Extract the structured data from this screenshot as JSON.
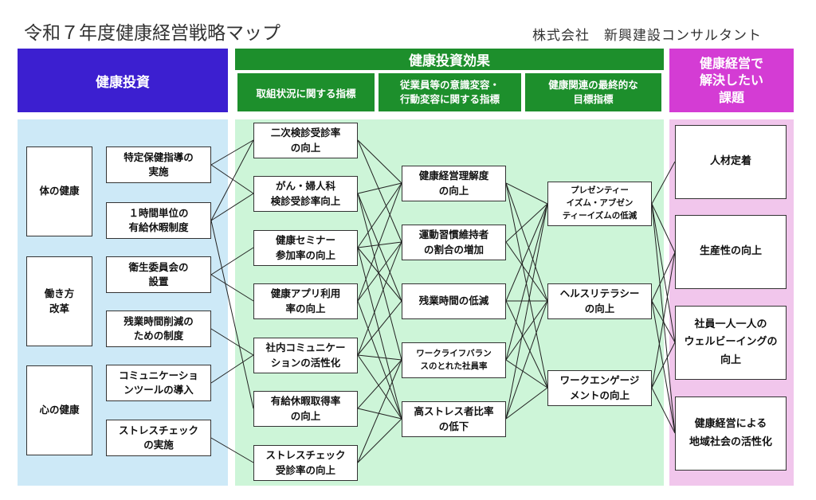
{
  "title": "令和７年度健康経営戦略マップ",
  "company": "株式会社　新興建設コンサルタント",
  "colors": {
    "investment_header": "#3c1fd0",
    "effect_header": "#1d8f2c",
    "goal_header": "#d43cd4",
    "investment_bg": "#cde9f7",
    "effect_bg": "#cdf5d8",
    "goal_bg": "#f1c6ec",
    "line": "#222222"
  },
  "headers": {
    "investment": "健康投資",
    "effect": "健康投資効果",
    "effect_sub1": "取組状況に関する指標",
    "effect_sub2": "従業員等の意識変容・\n行動変容に関する指標",
    "effect_sub3": "健康関連の最終的な\n目標指標",
    "goal": "健康経営で\n解決したい\n課題"
  },
  "categories": [
    "体の健康",
    "働き方\n改革",
    "心の健康"
  ],
  "investments": [
    "特定保健指導の\n実施",
    "１時間単位の\n有給休暇制度",
    "衛生委員会の\n設置",
    "残業時間削減の\nための制度",
    "コミュニケーショ\nンツールの導入",
    "ストレスチェック\nの実施"
  ],
  "indicators": [
    "二次検診受診率\nの向上",
    "がん・婦人科\n検診受診率向上",
    "健康セミナー\n参加率の向上",
    "健康アプリ利用\n率の向上",
    "社内コミュニケー\nションの活性化",
    "有給休暇取得率\nの向上",
    "ストレスチェック\n受診率の向上"
  ],
  "behaviors": [
    "健康経営理解度\nの向上",
    "運動習慣維持者\nの割合の増加",
    "残業時間の低減",
    "ワークライフバラン\nスのとれた社員率",
    "高ストレス者比率\nの低下"
  ],
  "final_indicators": [
    "プレゼンティー\nイズム・アブゼン\nティーイズムの低減",
    "ヘルスリテラシー\nの向上",
    "ワークエンゲージ\nメントの向上"
  ],
  "goals": [
    "人材定着",
    "生産性の向上",
    "社員一人一人の\nウェルビーイングの\n向上",
    "健康経営による\n地域社会の活性化"
  ]
}
